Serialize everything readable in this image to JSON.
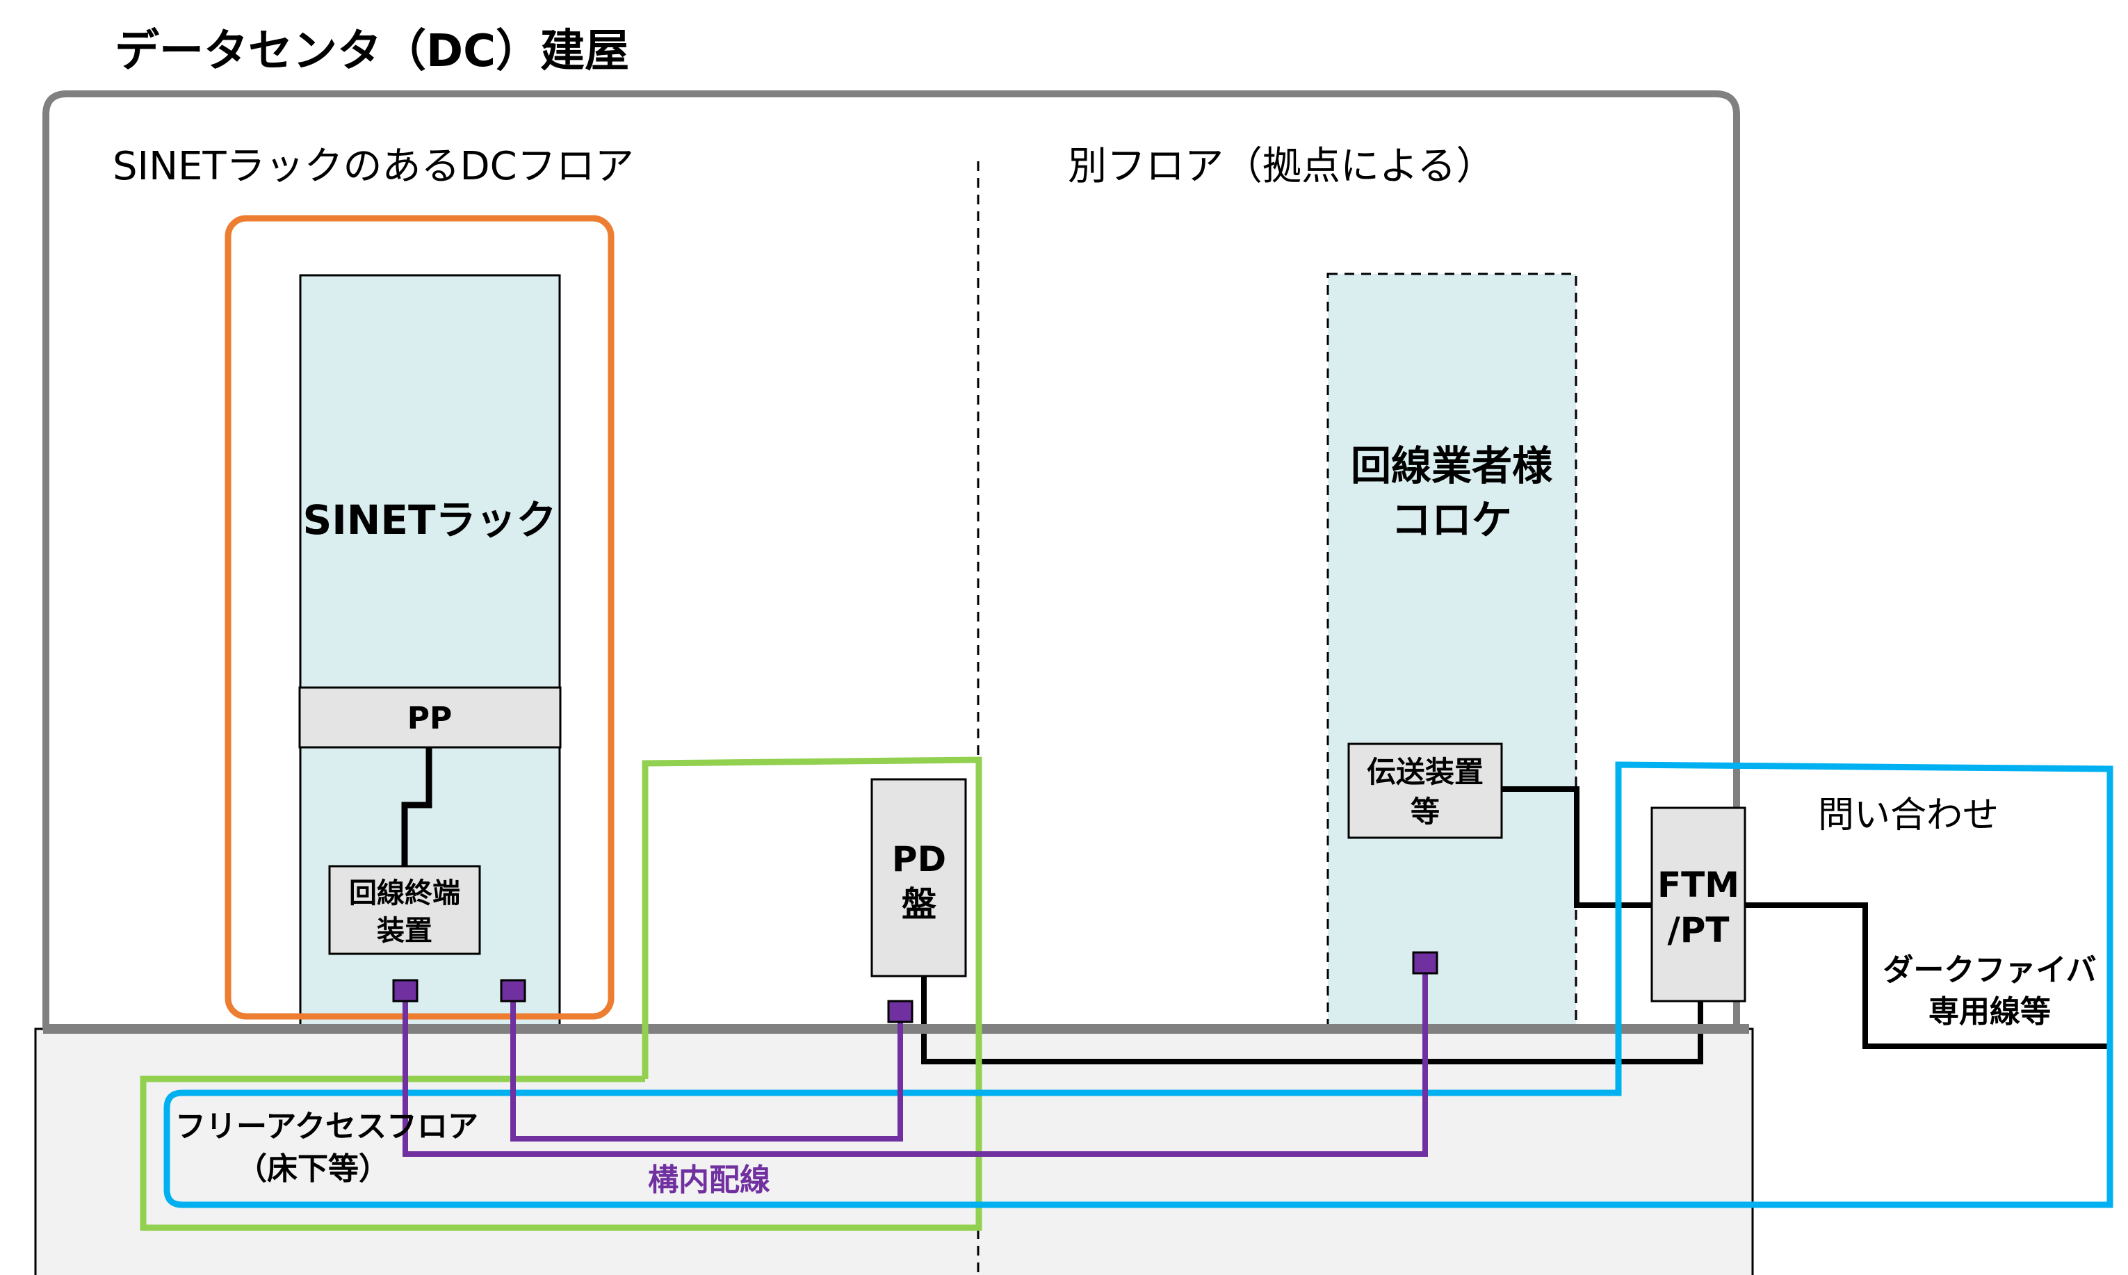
{
  "title": "データセンタ（DC）建屋",
  "zones": {
    "sinet_floor_label": "SINETラックのあるDCフロア",
    "other_floor_label": "別フロア（拠点による）"
  },
  "sinet_rack": {
    "label": "SINETラック",
    "patch_panel": "PP",
    "terminal_device": [
      "回線終端",
      "装置"
    ]
  },
  "pd_panel": [
    "PD",
    "盤"
  ],
  "colocation": {
    "label": [
      "回線業者様",
      "コロケ"
    ],
    "transmission": [
      "伝送装置",
      "等"
    ]
  },
  "ftm": [
    "FTM",
    "/PT"
  ],
  "inquiry_label": "問い合わせ",
  "dark_fiber_label": [
    "ダークファイバ",
    "専用線等"
  ],
  "free_access_floor": [
    "フリーアクセスフロア",
    "（床下等）"
  ],
  "internal_wiring_label": "構内配線",
  "colors": {
    "building": "#808080",
    "sinet_scope": "#ED7D31",
    "green_scope": "#92D050",
    "blue_scope": "#00B0F0",
    "wiring": "#7030A0",
    "rack_fill": "#DAEEF0",
    "device_fill": "#E4E4E4",
    "floor_fill": "#F2F2F2"
  }
}
